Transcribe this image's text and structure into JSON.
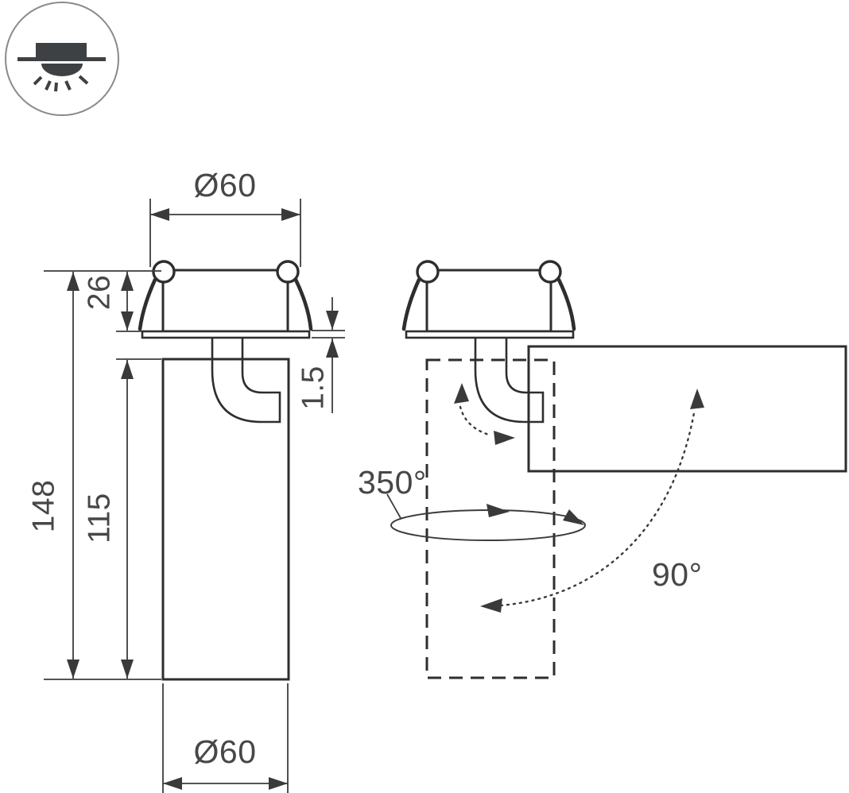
{
  "drawing": {
    "title": "recessed-swivel-spot-dimension-drawing",
    "icon": {
      "name": "recessed-downlight-icon"
    },
    "left_view": {
      "top_diameter_label": "Ø60",
      "recess_height_label": "26",
      "flange_thickness_label": "1.5",
      "total_height_label": "148",
      "body_height_label": "115",
      "bottom_diameter_label": "Ø60"
    },
    "right_view": {
      "horizontal_rotation_label": "350°",
      "vertical_tilt_label": "90°"
    },
    "colors": {
      "object_line": "#2e2e2e",
      "dimension_line": "#3c3c3c",
      "text": "#474747",
      "icon_fill": "#3d4144",
      "icon_ring": "#8a8a8a",
      "background": "#ffffff"
    }
  }
}
